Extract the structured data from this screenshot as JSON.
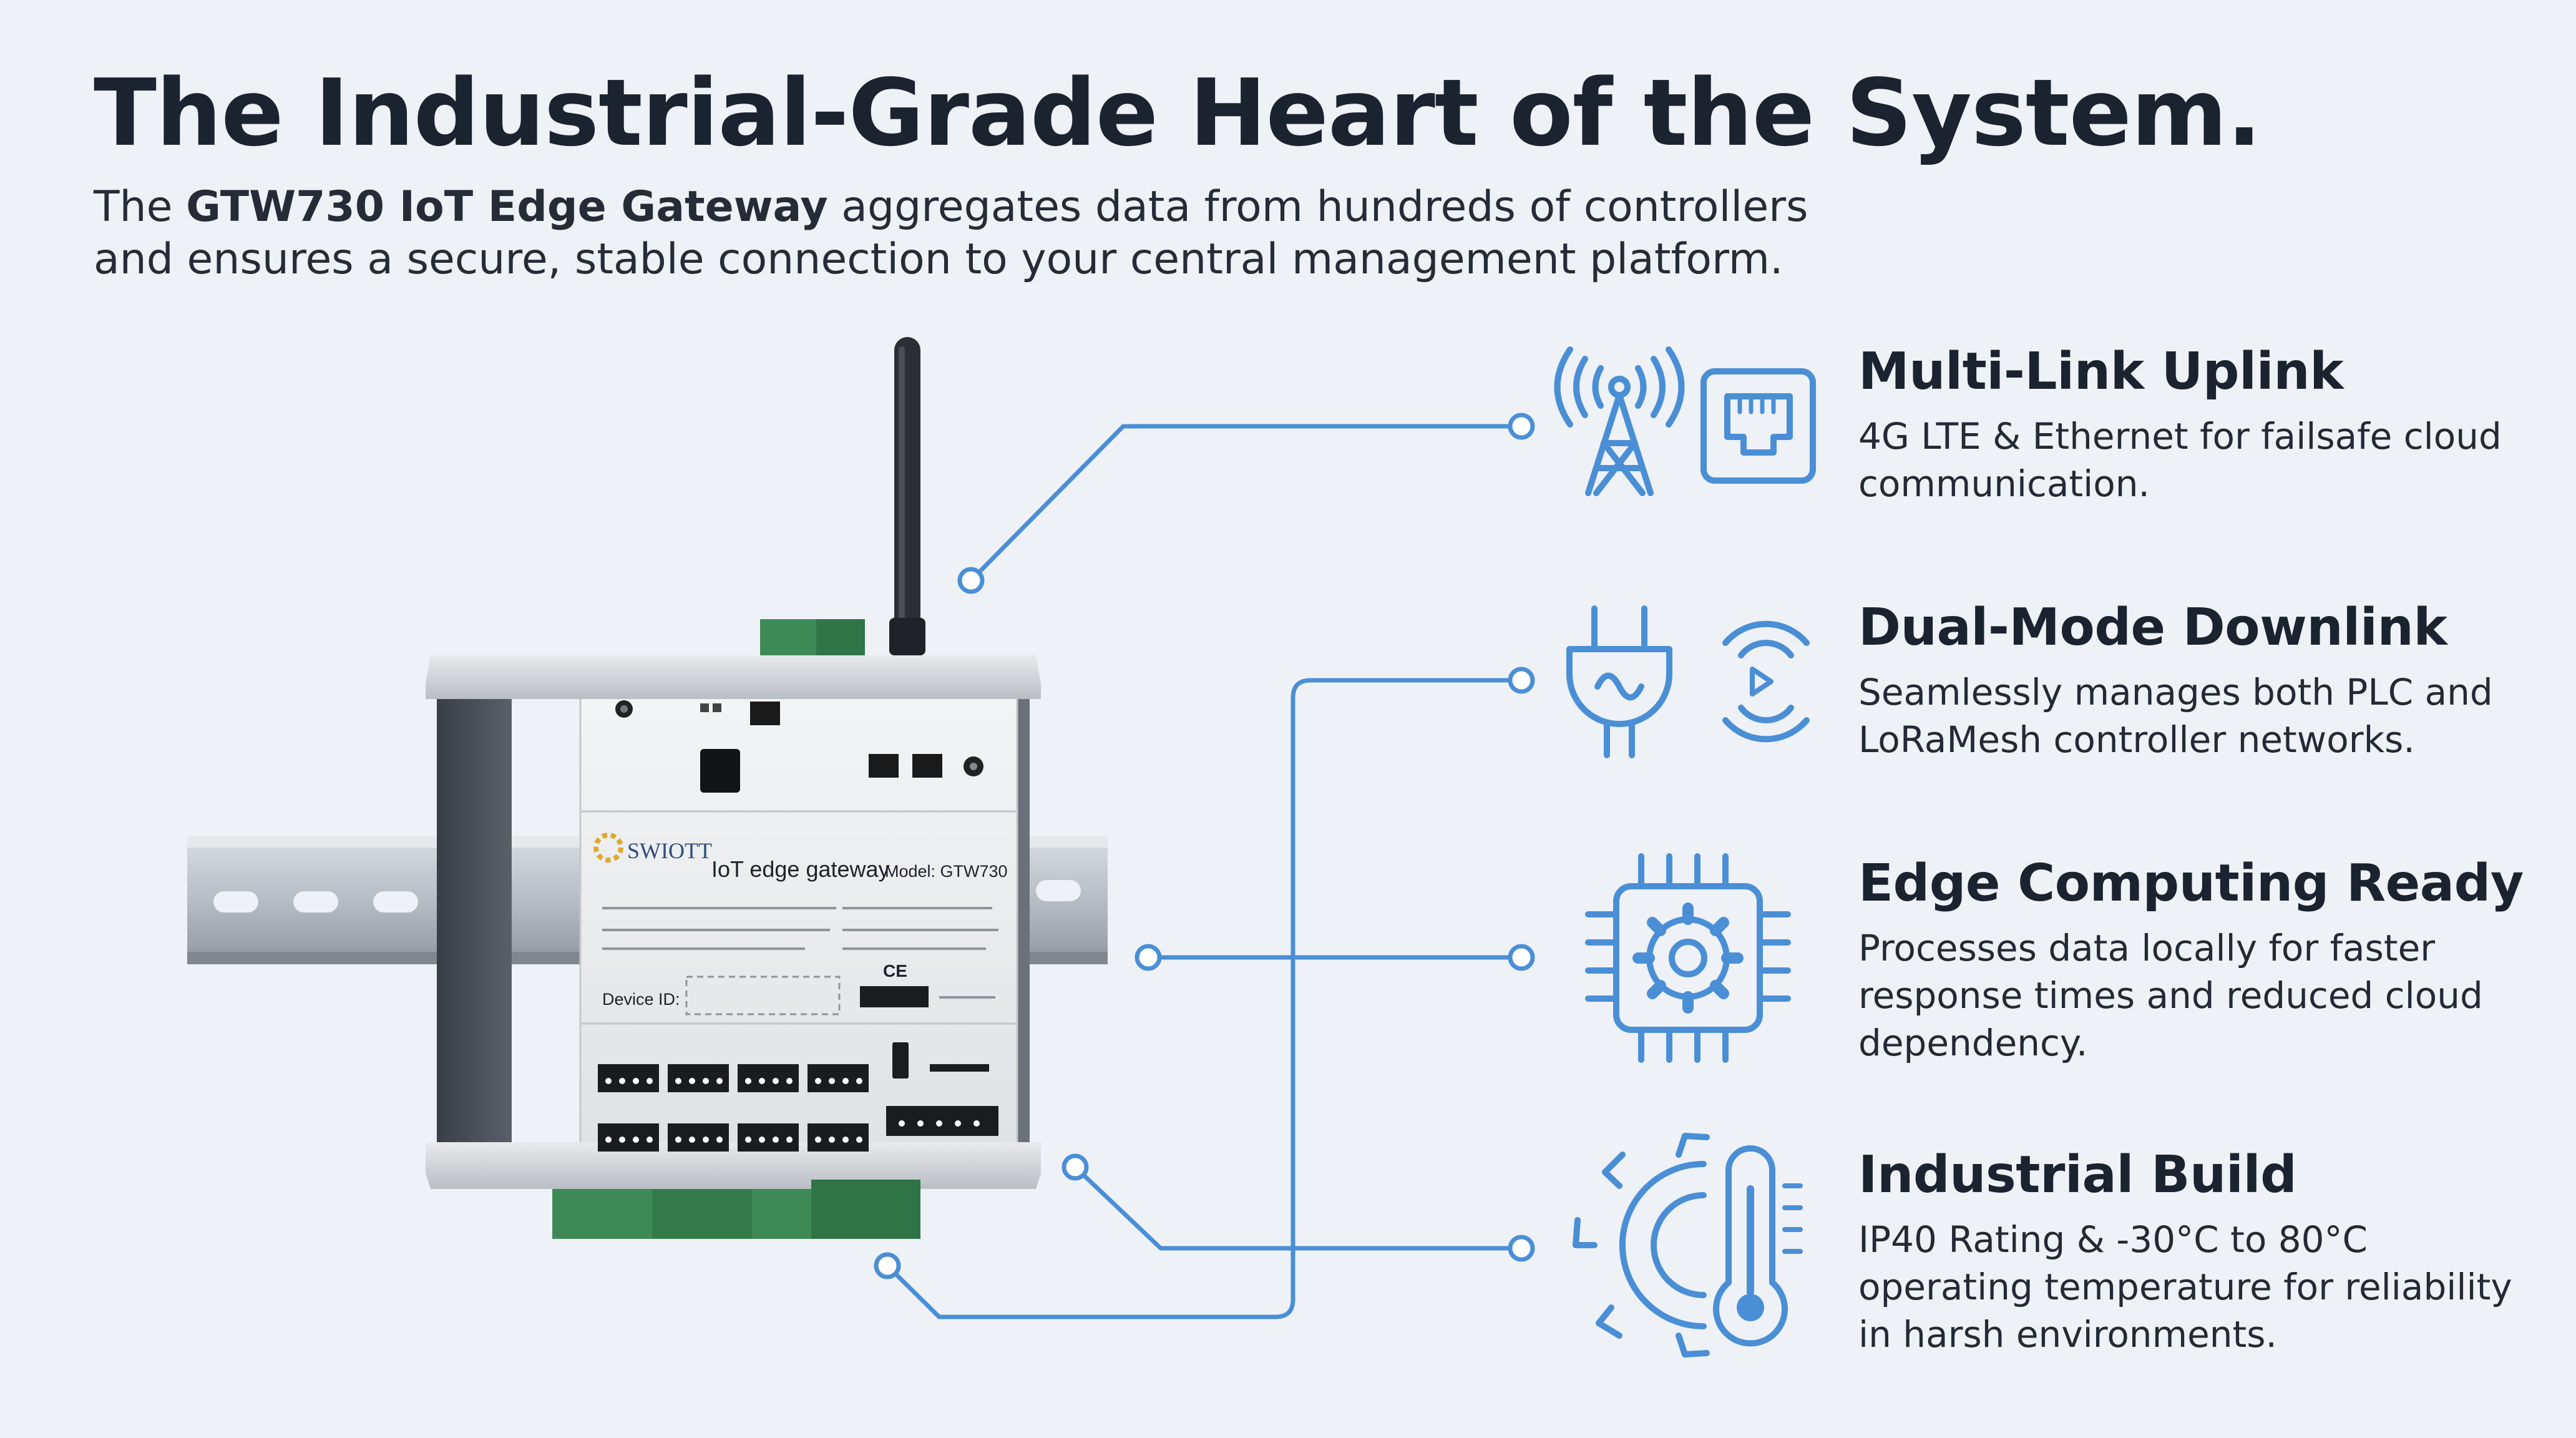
{
  "header": {
    "title": "The Industrial-Grade Heart of the System.",
    "subtitle_pre": "The ",
    "subtitle_bold": "GTW730 IoT Edge Gateway",
    "subtitle_post": " aggregates data from hundreds of controllers and ensures a secure, stable connection to your central management platform."
  },
  "device": {
    "brand": "SWIOTT",
    "product": "IoT edge gateway",
    "model": "Model: GTW730",
    "device_id_label": "Device ID:",
    "ce_mark": "CE"
  },
  "features": [
    {
      "title": "Multi-Link Uplink",
      "desc": "4G LTE & Ethernet for failsafe cloud communication.",
      "icons": [
        "cell-tower-icon",
        "ethernet-port-icon"
      ]
    },
    {
      "title": "Dual-Mode Downlink",
      "desc": "Seamlessly manages both PLC and LoRaMesh controller networks.",
      "icons": [
        "power-plug-icon",
        "wireless-signal-icon"
      ]
    },
    {
      "title": "Edge Computing Ready",
      "desc": "Processes data locally for faster response times and reduced cloud dependency.",
      "icons": [
        "chip-gear-icon"
      ]
    },
    {
      "title": "Industrial Build",
      "desc": "IP40 Rating & -30°C to 80°C operating temperature for reliability in harsh environments.",
      "icons": [
        "gear-thermometer-icon"
      ]
    }
  ],
  "colors": {
    "background": "#eef1f6",
    "accent": "#4a8fd6",
    "title": "#1b2230"
  }
}
